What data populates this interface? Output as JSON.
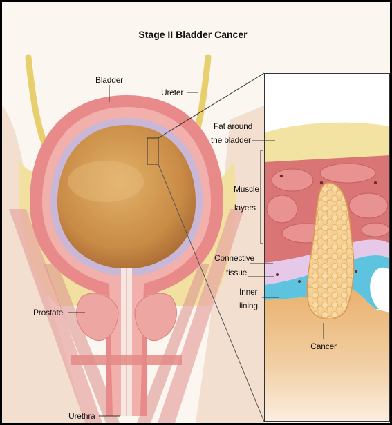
{
  "title": "Stage II Bladder Cancer",
  "labels": {
    "bladder": "Bladder",
    "ureter": "Ureter",
    "fat_line1": "Fat around",
    "fat_line2": "the bladder",
    "muscle_line1": "Muscle",
    "muscle_line2": "layers",
    "connective_line1": "Connective",
    "connective_line2": "tissue",
    "inner_line1": "Inner",
    "inner_line2": "lining",
    "cancer": "Cancer",
    "prostate": "Prostate",
    "urethra": "Urethra"
  },
  "colors": {
    "frame": "#000000",
    "background": "#fbf6ef",
    "bladder_wall": "#e7898a",
    "bladder_interior": "#d9a25a",
    "fat": "#f3e3a3",
    "muscle": "#e48583",
    "connective": "#e6c9e8",
    "inner_lining": "#5ec3df",
    "cancer": "#f2c98b"
  }
}
